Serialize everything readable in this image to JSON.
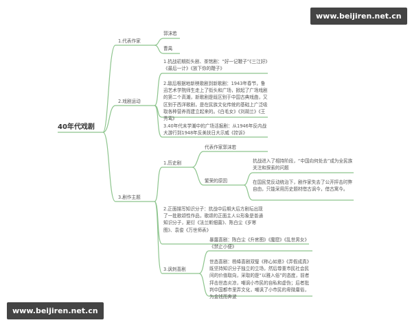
{
  "root": "40年代戏剧",
  "branches": {
    "b1": {
      "label": "1.代表作家",
      "children": [
        "郭沫若",
        "曹禺"
      ]
    },
    "b2": {
      "label": "2.戏剧运动",
      "children": [
        "1.抗战初期街头剧、茶馆剧：“好一记鞭子”《三江好》《最后一计》《放下你的鞭子》",
        "2.敌后根据地新秧歌剧到新歌剧：1943年春节，鲁迅艺术学院师生走上了街头和广场，掀起了广场戏剧的第二个高潮，新歌剧是既区别于中国古典戏曲，又区别于西洋歌剧，是在民族文化传统的基础上广泛吸取各种营养而建立起来的。《白毛女》《刘胡兰》《王秀鸾》",
        "3.40年代末学潮中的广场活报剧：从1946年反内战大游行到1948年反美扶日大示威《控诉》"
      ]
    },
    "b3": {
      "label": "3.剧作主题",
      "history": {
        "label": "1.历史剧",
        "writer": "代表作家郭沫若",
        "reason_label": "繁荣的原因",
        "reasons": [
          "抗战进入了相持阶段，“中国向何处去”成为全民族关注和探索的问题",
          "在国民党反动统治下，剧作家失去了公开抨击时弊自由，只能采用历史题材借古讽今，借古寓今。"
        ]
      },
      "intellectual": "2.正面描写知识分子：抗战中后期大后方剧坛出现了一批歌颂性作品，歌颂的正面主人公形象是普通知识分子，夏衍《法兰斯细菌》、陈白尘《岁寒图》、袁俊《万世师表》",
      "satire": {
        "label": "3.讽刺喜剧",
        "children": [
          "暴露喜剧：陈白尘《升官图》《魔窟》《乱世男女》《禁止小便》",
          "世态喜剧：杨绛喜剧双璧《称心如意》《弄假成真》既坚持知识分子独立的立场，然后尊重市民社会民间的价值取向，采取的是“以雅入俗”的态度，前者抨击世态炎凉，嘲讽小市民的自私和虚伪；后者批判中国都市里弄文化，嘲讽了小市民的卑微庸俗，为金钱而奔波"
        ]
      }
    }
  },
  "watermark": "www.beijiren.net.cn",
  "colors": {
    "link": "#8cc48c",
    "watermark_bg": "#444444"
  }
}
